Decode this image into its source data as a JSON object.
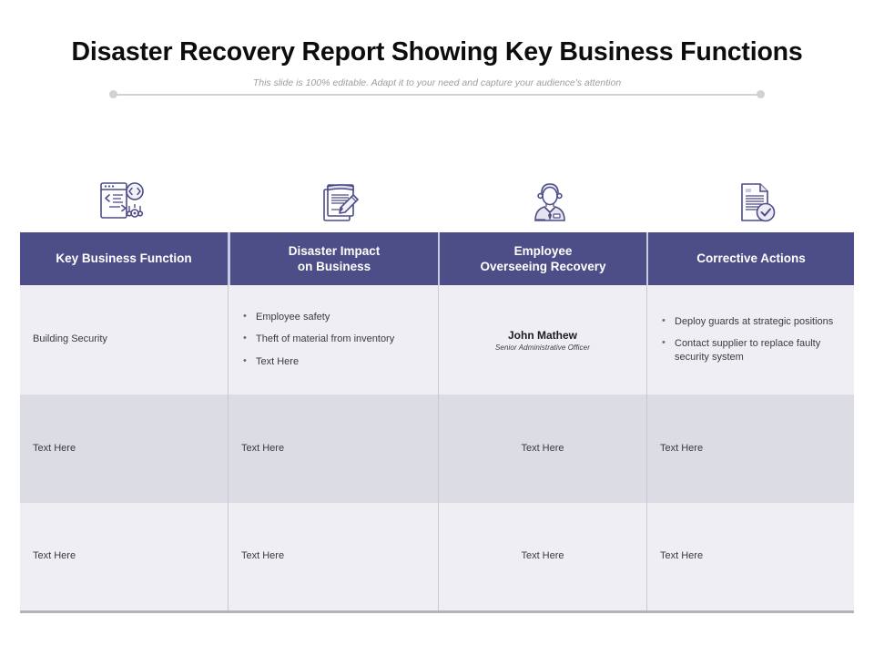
{
  "header": {
    "title": "Disaster Recovery Report Showing Key Business Functions",
    "subtitle": "This slide is 100% editable. Adapt it to your need and capture your audience's attention"
  },
  "colors": {
    "header_band": "#4d4d87",
    "row_light": "#eeeef3",
    "row_shaded": "#dcdce5",
    "title_text": "#0d0d0d",
    "subtitle_text": "#9e9e9e",
    "icon_stroke": "#4d4d87"
  },
  "icons": [
    {
      "name": "code-window-circuit-icon",
      "column": "Key Business Function"
    },
    {
      "name": "notepad-pen-icon",
      "column": "Disaster Impact on Business"
    },
    {
      "name": "employee-avatar-icon",
      "column": "Employee Overseeing Recovery"
    },
    {
      "name": "document-check-icon",
      "column": "Corrective Actions"
    }
  ],
  "table": {
    "columns": [
      {
        "label": "Key Business Function",
        "line1": "Key Business Function",
        "line2": ""
      },
      {
        "label": "Disaster Impact on Business",
        "line1": "Disaster Impact",
        "line2": "on Business"
      },
      {
        "label": "Employee Overseeing Recovery",
        "line1": "Employee",
        "line2": "Overseeing Recovery"
      },
      {
        "label": "Corrective Actions",
        "line1": "Corrective Actions",
        "line2": ""
      }
    ],
    "rows": [
      {
        "function": "Building Security",
        "impacts": [
          "Employee safety",
          "Theft of material from inventory",
          "Text Here"
        ],
        "owner_name": "John Mathew",
        "owner_role": "Senior Administrative Officer",
        "actions": [
          "Deploy guards at strategic positions",
          "Contact supplier to replace faulty security system"
        ]
      },
      {
        "function": "Text Here",
        "impact_text": "Text Here",
        "owner_text": "Text Here",
        "action_text": "Text Here"
      },
      {
        "function": "Text Here",
        "impact_text": "Text Here",
        "owner_text": "Text Here",
        "action_text": "Text Here"
      }
    ]
  }
}
